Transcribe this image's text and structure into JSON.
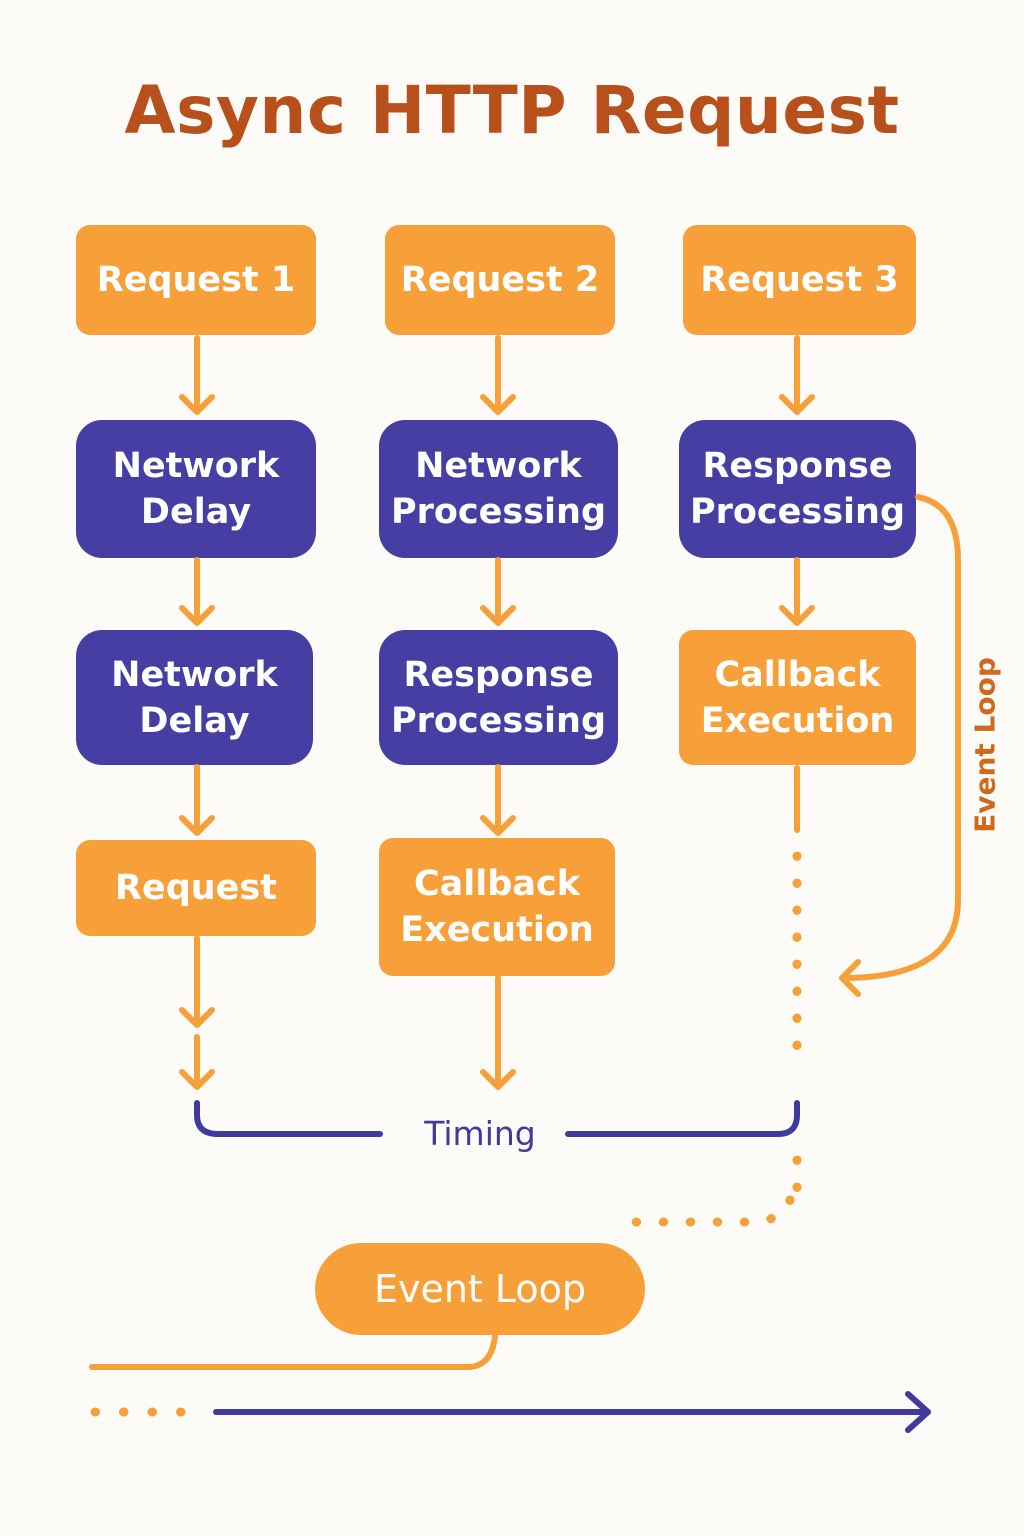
{
  "title": "Async HTTP Request",
  "colors": {
    "orange": "#f7a03a",
    "purple": "#463ea3",
    "title": "#b8501c",
    "side_label": "#cf6a1d"
  },
  "columns": [
    {
      "steps": [
        "Request 1",
        "Network\nDelay",
        "Network\nDelay",
        "Request"
      ]
    },
    {
      "steps": [
        "Request 2",
        "Network\nProcessing",
        "Response\nProcessing",
        "Callback\nExecution"
      ]
    },
    {
      "steps": [
        "Request 3",
        "Response\nProcessing",
        "Callback\nExecution"
      ]
    }
  ],
  "labels": {
    "timing": "Timing",
    "event_loop_side": "Event Loop",
    "event_loop_pill": "Event Loop"
  }
}
